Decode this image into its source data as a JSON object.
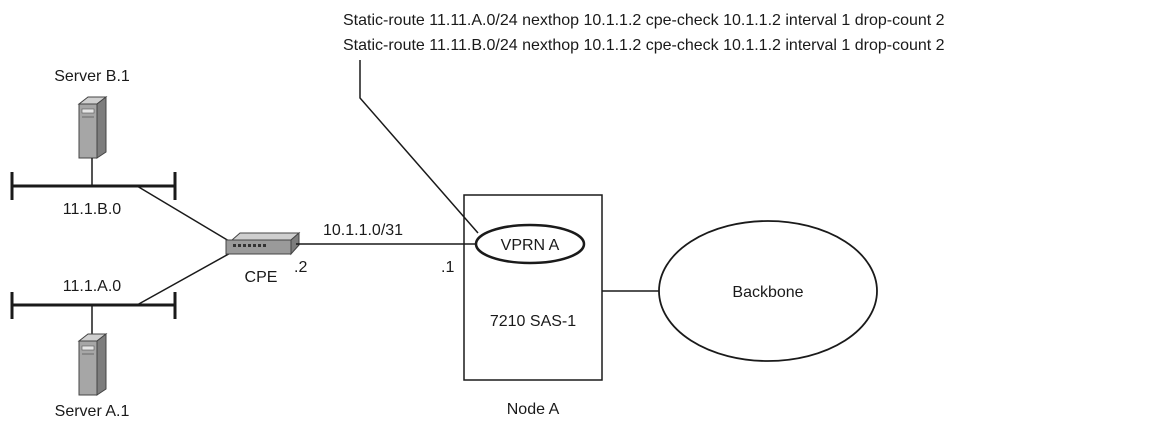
{
  "config_lines": [
    "Static-route 11.11.A.0/24 nexthop 10.1.1.2 cpe-check 10.1.1.2 interval 1 drop-count 2",
    "Static-route 11.11.B.0/24 nexthop 10.1.1.2 cpe-check 10.1.1.2 interval 1 drop-count 2"
  ],
  "servers": {
    "b": {
      "label": "Server B.1",
      "icon": "server-tower-icon"
    },
    "a": {
      "label": "Server A.1",
      "icon": "server-tower-icon"
    }
  },
  "subnets": {
    "b": "11.1.B.0",
    "a": "11.1.A.0"
  },
  "cpe": {
    "label": "CPE",
    "icon": "network-switch-icon",
    "interface_suffix": ".2"
  },
  "link": {
    "network": "10.1.1.0/31",
    "node_interface_suffix": ".1"
  },
  "node": {
    "vprn_label": "VPRN A",
    "model": "7210 SAS-1",
    "name": "Node A"
  },
  "backbone": {
    "label": "Backbone"
  },
  "colors": {
    "stroke": "#1a1a1a",
    "server_body": "#a6a6a6",
    "cpe_body": "#9a9a9a"
  }
}
